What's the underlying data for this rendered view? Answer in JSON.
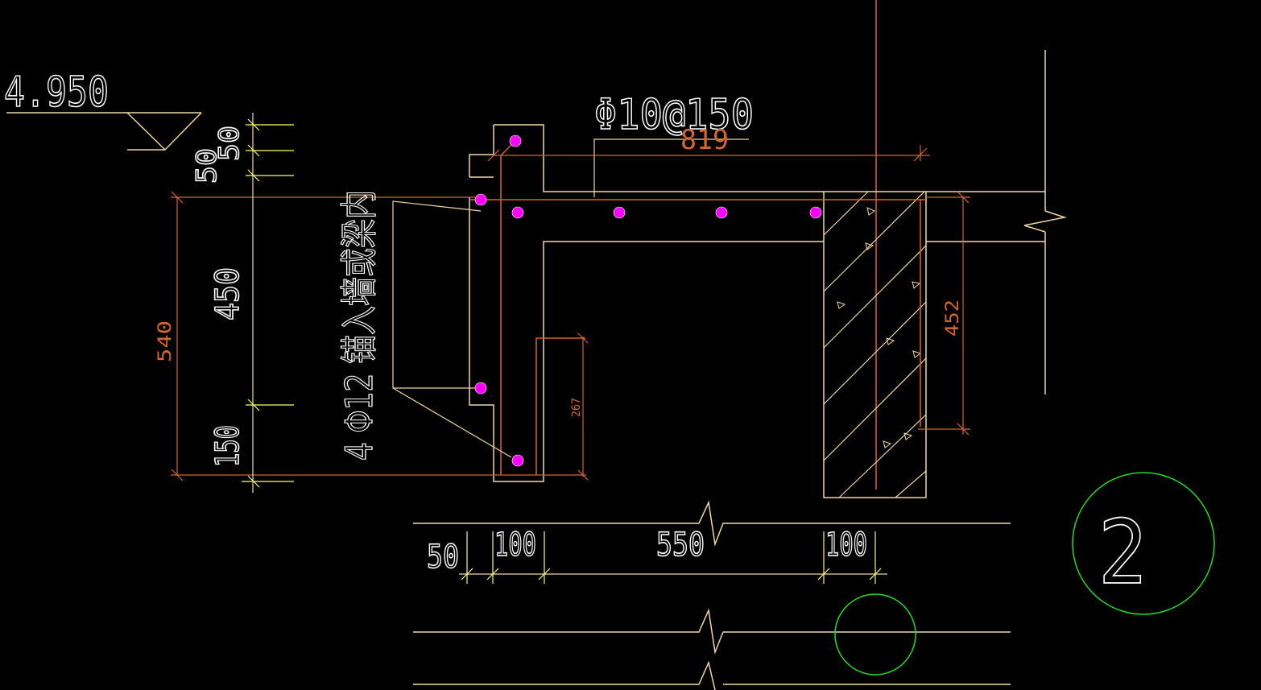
{
  "drawing": {
    "elevation": "4.950",
    "rebar_spec": "Φ10@150",
    "anchor_note": "4 Φ12 锚入墙或梁内",
    "section_number": "2",
    "dims_orange": {
      "total_height": "540",
      "span": "819",
      "wall_height": "452",
      "hook_length": "267"
    },
    "dims_white": {
      "top_a": "50",
      "top_b": "50",
      "mid": "450",
      "bottom": "150",
      "bottom_a": "50",
      "bottom_b": "100",
      "bottom_c": "550",
      "bottom_d": "100"
    }
  },
  "colors": {
    "background": "#000000",
    "concrete_outline": "#f0d8a0",
    "dimension_lines": "#d8652a",
    "tick_lines": "#ffff66",
    "rebar_dots": "#ff00ff",
    "circles": "#22dd22",
    "wall_hatch": "#f0d8a0"
  }
}
